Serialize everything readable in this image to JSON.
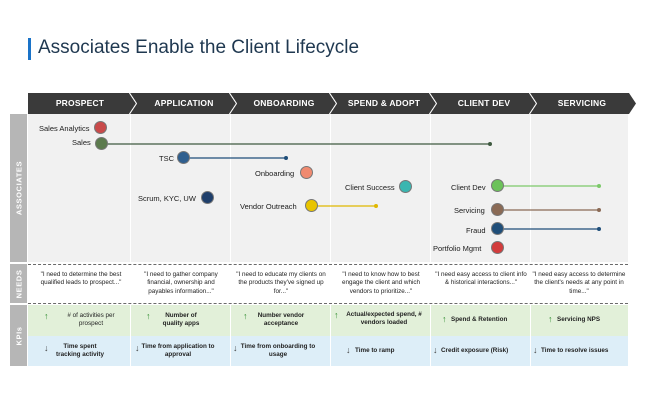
{
  "title": "Associates Enable the Client Lifecycle",
  "stages": [
    "PROSPECT",
    "APPLICATION",
    "ONBOARDING",
    "SPEND & ADOPT",
    "CLIENT DEV",
    "SERVICING"
  ],
  "side_labels": {
    "associates": "ASSOCIATES",
    "needs": "NEEDS",
    "kpis": "KPIs"
  },
  "associates": {
    "sales_analytics": "Sales Analytics",
    "sales": "Sales",
    "tsc": "TSC",
    "onboarding": "Onboarding",
    "scrum": "Scrum, KYC, UW",
    "vendor_outreach": "Vendor Outreach",
    "client_success": "Client Success",
    "client_dev": "Client Dev",
    "servicing": "Servicing",
    "fraud": "Fraud",
    "portfolio_mgmt": "Portfolio Mgmt"
  },
  "needs": [
    "\"I need to determine the best qualified leads to prospect...\"",
    "\"I need to gather company financial, ownership and payables information...\"",
    "\"I need to educate my clients on the products they've signed up for...\"",
    "\"I need to know how to best engage the client and which vendors to prioritize...\"",
    "\"I need easy access to client info & historical interactions...\"",
    "\"I need easy access to determine the client's needs at any point in time...\""
  ],
  "kpis_up": [
    "# of activities per prospect",
    "Number of quality apps",
    "Number vendor acceptance",
    "Actual/expected spend, # vendors loaded",
    "Spend & Retention",
    "Servicing NPS"
  ],
  "kpis_down": [
    "Time spent tracking activity",
    "Time from application to approval",
    "Time from onboarding to usage",
    "Time to ramp",
    "Credit exposure (Risk)",
    "Time to resolve issues"
  ],
  "colors": {
    "stage_bar": "#3a3a3a",
    "title_accent": "#1a73c8",
    "line_dark": "#3f5a40",
    "line_navy": "#1f4e79",
    "line_gold": "#e0b800",
    "line_green": "#7cc96a",
    "line_brown": "#8a6a55",
    "kpi_up": "#e2f0d9",
    "kpi_down": "#ddeef8"
  }
}
